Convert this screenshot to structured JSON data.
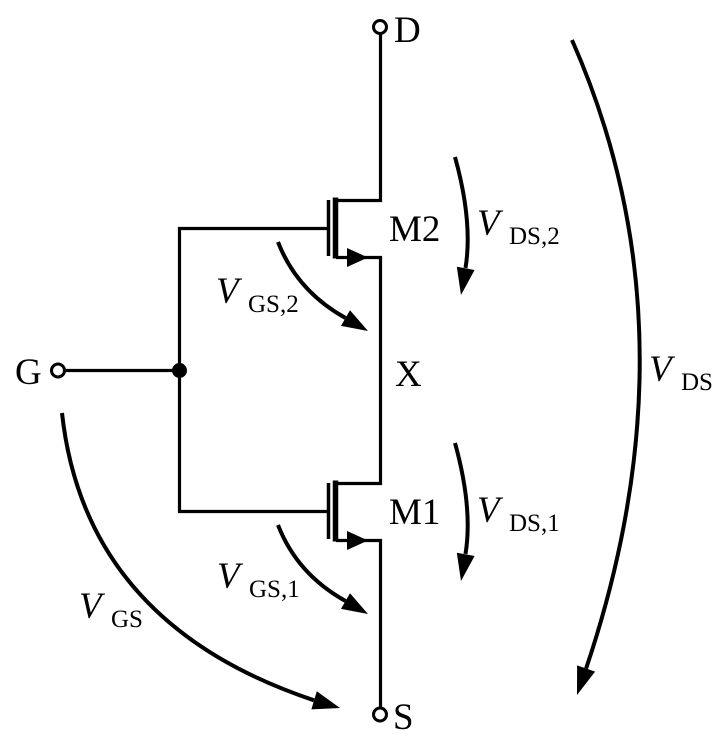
{
  "colors": {
    "ink": "#000000",
    "background": "#ffffff"
  },
  "terminals": {
    "drain": {
      "label": "D"
    },
    "gate": {
      "label": "G"
    },
    "source": {
      "label": "S"
    },
    "internal_node": {
      "label": "X"
    }
  },
  "transistors": {
    "upper": {
      "label": "M2"
    },
    "lower": {
      "label": "M1"
    }
  },
  "voltages": {
    "vgs2": {
      "main": "V",
      "sub": "GS,2"
    },
    "vds2": {
      "main": "V",
      "sub": "DS,2"
    },
    "vgs1": {
      "main": "V",
      "sub": "GS,1"
    },
    "vds1": {
      "main": "V",
      "sub": "DS,1"
    },
    "vgs": {
      "main": "V",
      "sub": "GS"
    },
    "vds": {
      "main": "V",
      "sub": "DS"
    }
  }
}
